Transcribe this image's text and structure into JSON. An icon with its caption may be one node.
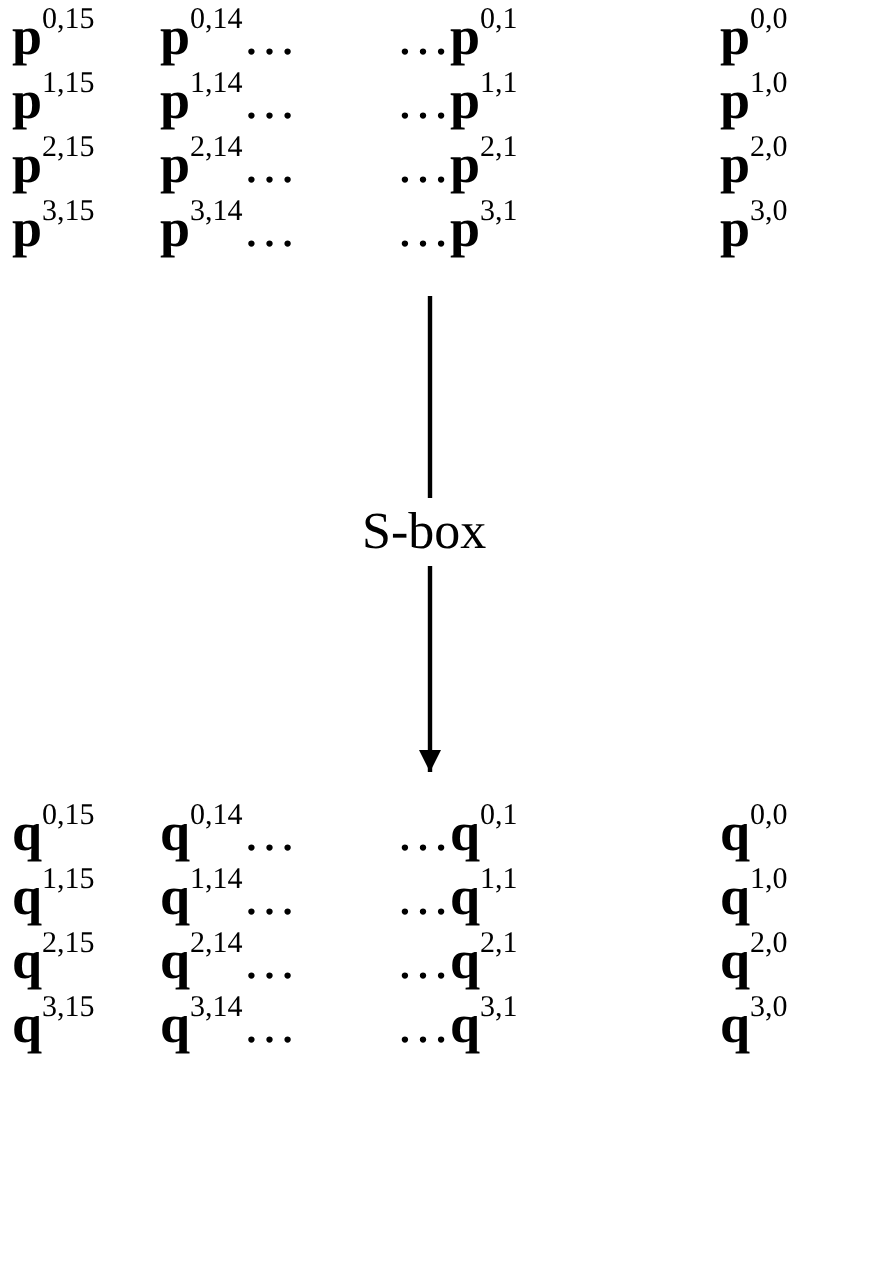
{
  "diagram": {
    "nodes": [
      {
        "text": [
          "**p**$^{0,15}$",
          "**p**$^{0,14}$…",
          "…**p**$^{0,1}$",
          "**p**$^{0,0}$",
          "**p**$^{1,15}$",
          "**p**$^{1,14}$…",
          "…**p**$^{1,1}$",
          "**p**$^{1,0}$",
          "**p**$^{2,15}$",
          "**p**$^{2,14}$…",
          "…**p**$^{2,1}$",
          "**p**$^{2,0}$",
          "**p**$^{3,15}$",
          "**p**$^{3,14}$…",
          "…**p**$^{3,1}$",
          "**p**$^{3,0}$"
        ]
      },
      {
        "text": [
          "**q**$^{0,15}$",
          "**q**$^{0,14}$…",
          "…**q**$^{0,1}$",
          "**q**$^{0,0}$",
          "**q**$^{1,15}$",
          "**q**$^{1,14}$…",
          "…**q**$^{1,1}$",
          "**q**$^{1,0}$",
          "**q**$^{2,15}$",
          "**q**$^{2,14}$…",
          "…**q**$^{2,1}$",
          "**q**$^{2,0}$",
          "**q**$^{3,15}$",
          "**q**$^{3,14}$…",
          "…**q**$^{3,1}$",
          "**q**$^{3,0}$"
        ]
      }
    ],
    "edges": [
      {
        "from": 0,
        "to": 1,
        "arrow": "to",
        "label": "S-box"
      }
    ]
  }
}
